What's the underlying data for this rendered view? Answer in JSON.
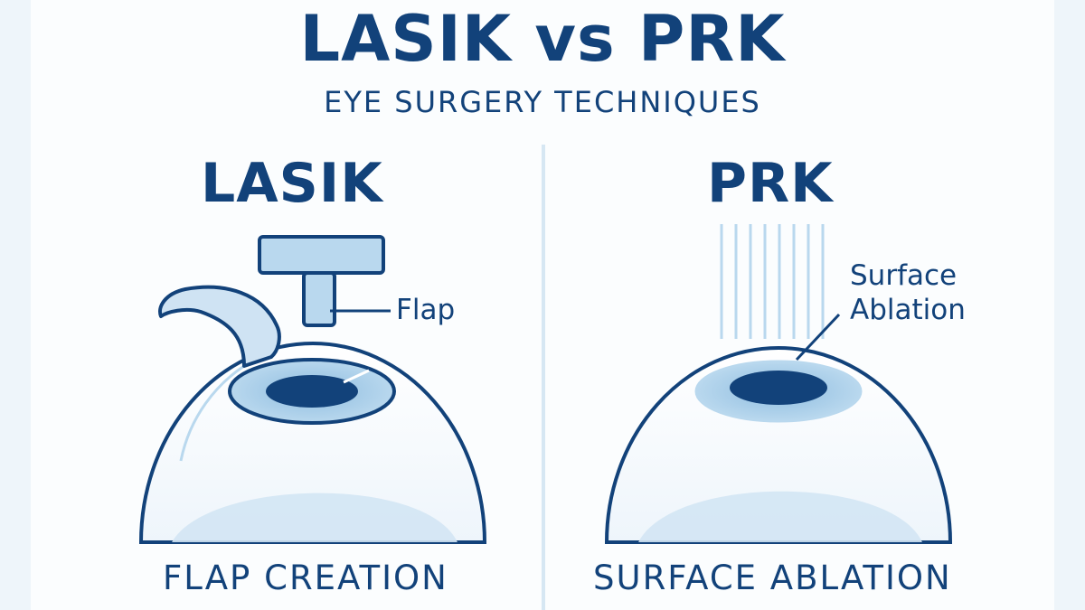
{
  "title": "LASIK vs PRK",
  "subtitle": "EYE SURGERY TECHNIQUES",
  "lasik": {
    "heading": "LASIK",
    "callout": "Flap",
    "caption": "FLAP CREATION"
  },
  "prk": {
    "heading": "PRK",
    "callout_line1": "Surface",
    "callout_line2": "Ablation",
    "caption": "SURFACE ABLATION"
  },
  "colors": {
    "navy": "#12427a",
    "light_blue": "#b9d8ee",
    "pale_blue": "#dcebf6",
    "background": "#fbfdfe"
  }
}
